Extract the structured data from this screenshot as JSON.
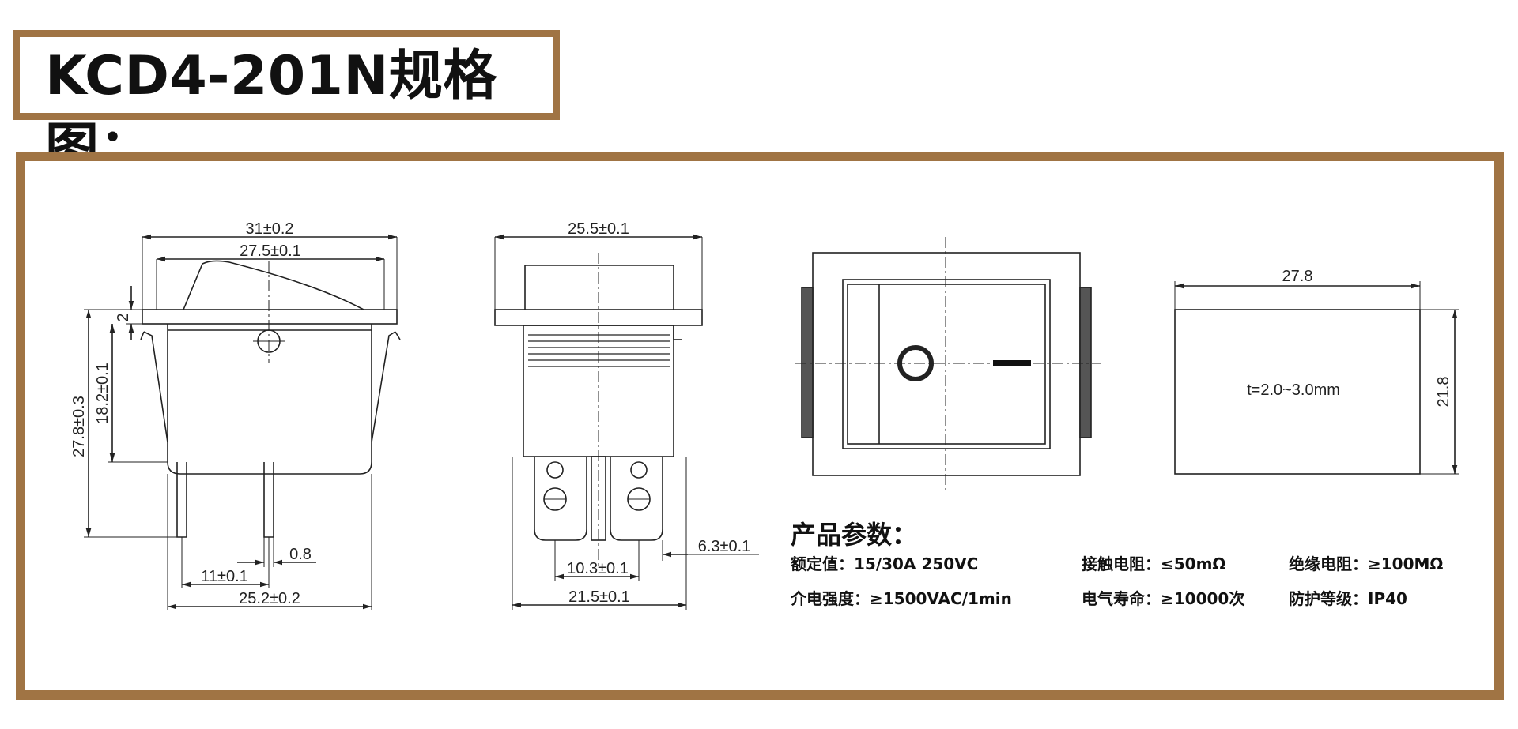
{
  "title": "KCD4-201N规格图：",
  "views": {
    "side": {
      "width_overall": "31±0.2",
      "width_rocker": "27.5±0.1",
      "height_flange": "2",
      "height_total": "27.8±0.3",
      "height_body": "18.2±0.1",
      "pin_thickness": "0.8",
      "pin_spacing": "11±0.1",
      "body_width": "25.2±0.2"
    },
    "front": {
      "width_top": "25.5±0.1",
      "terminal_width": "6.3±0.1",
      "terminal_spacing": "10.3±0.1",
      "body_width": "21.5±0.1"
    },
    "cutout": {
      "width": "27.8",
      "height": "21.8",
      "thickness": "t=2.0~3.0mm"
    }
  },
  "specs": {
    "heading": "产品参数：",
    "items": [
      {
        "label": "额定值：",
        "value": "15/30A  250VC"
      },
      {
        "label": "接触电阻：",
        "value": "≤50mΩ"
      },
      {
        "label": "绝缘电阻：",
        "value": "≥100MΩ"
      },
      {
        "label": "介电强度：",
        "value": "≥1500VAC/1min"
      },
      {
        "label": "电气寿命：",
        "value": "≥10000次"
      },
      {
        "label": "防护等级：",
        "value": "IP40"
      }
    ]
  }
}
